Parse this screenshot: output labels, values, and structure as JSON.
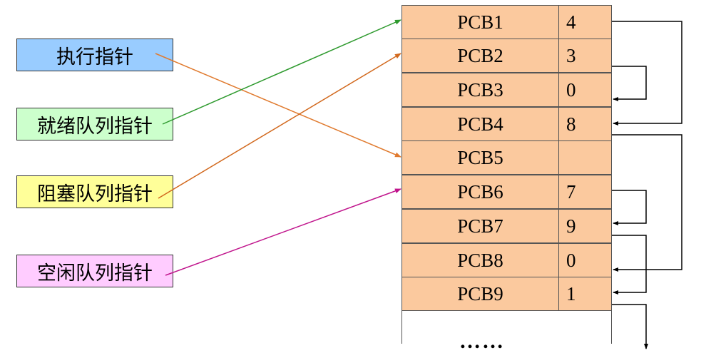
{
  "pointers": {
    "exec": "执行指针",
    "ready": "就绪队列指针",
    "blocked": "阻塞队列指针",
    "free": "空闲队列指针"
  },
  "pcb_table": [
    {
      "name": "PCB1",
      "next": "4"
    },
    {
      "name": "PCB2",
      "next": "3"
    },
    {
      "name": "PCB3",
      "next": "0"
    },
    {
      "name": "PCB4",
      "next": "8"
    },
    {
      "name": "PCB5",
      "next": ""
    },
    {
      "name": "PCB6",
      "next": "7"
    },
    {
      "name": "PCB7",
      "next": "9"
    },
    {
      "name": "PCB8",
      "next": "0"
    },
    {
      "name": "PCB9",
      "next": "1"
    }
  ],
  "ellipsis": "……",
  "colors": {
    "exec_box": "#99CCFF",
    "ready_box": "#CCFFCC",
    "blocked_box": "#FFFF99",
    "free_box": "#FFCCFF",
    "pcb_fill": "#FBC99E",
    "exec_arrow": "#E07A2E",
    "ready_arrow": "#2E9A2E",
    "blocked_arrow": "#D2691E",
    "free_arrow": "#C0148C"
  }
}
